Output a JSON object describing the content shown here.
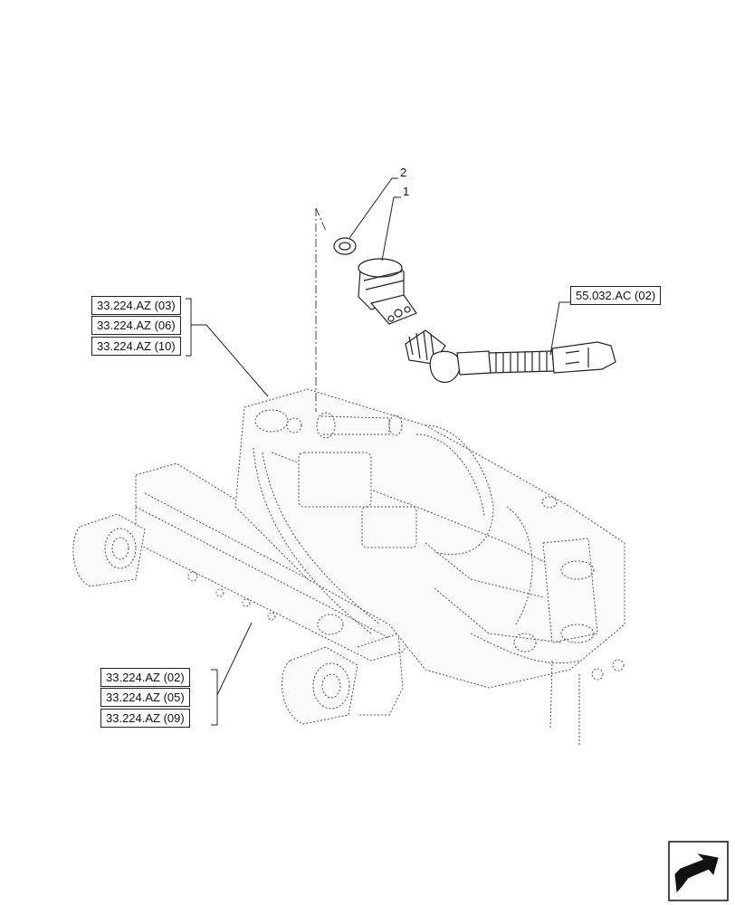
{
  "callouts": {
    "item_2": "2",
    "item_1": "1"
  },
  "references": {
    "group_top": [
      "33.224.AZ (03)",
      "33.224.AZ (06)",
      "33.224.AZ (10)"
    ],
    "group_bottom": [
      "33.224.AZ (02)",
      "33.224.AZ (05)",
      "33.224.AZ (09)"
    ],
    "harness": "55.032.AC (02)"
  },
  "icons": {
    "nav": "next-page-arrow-icon"
  }
}
